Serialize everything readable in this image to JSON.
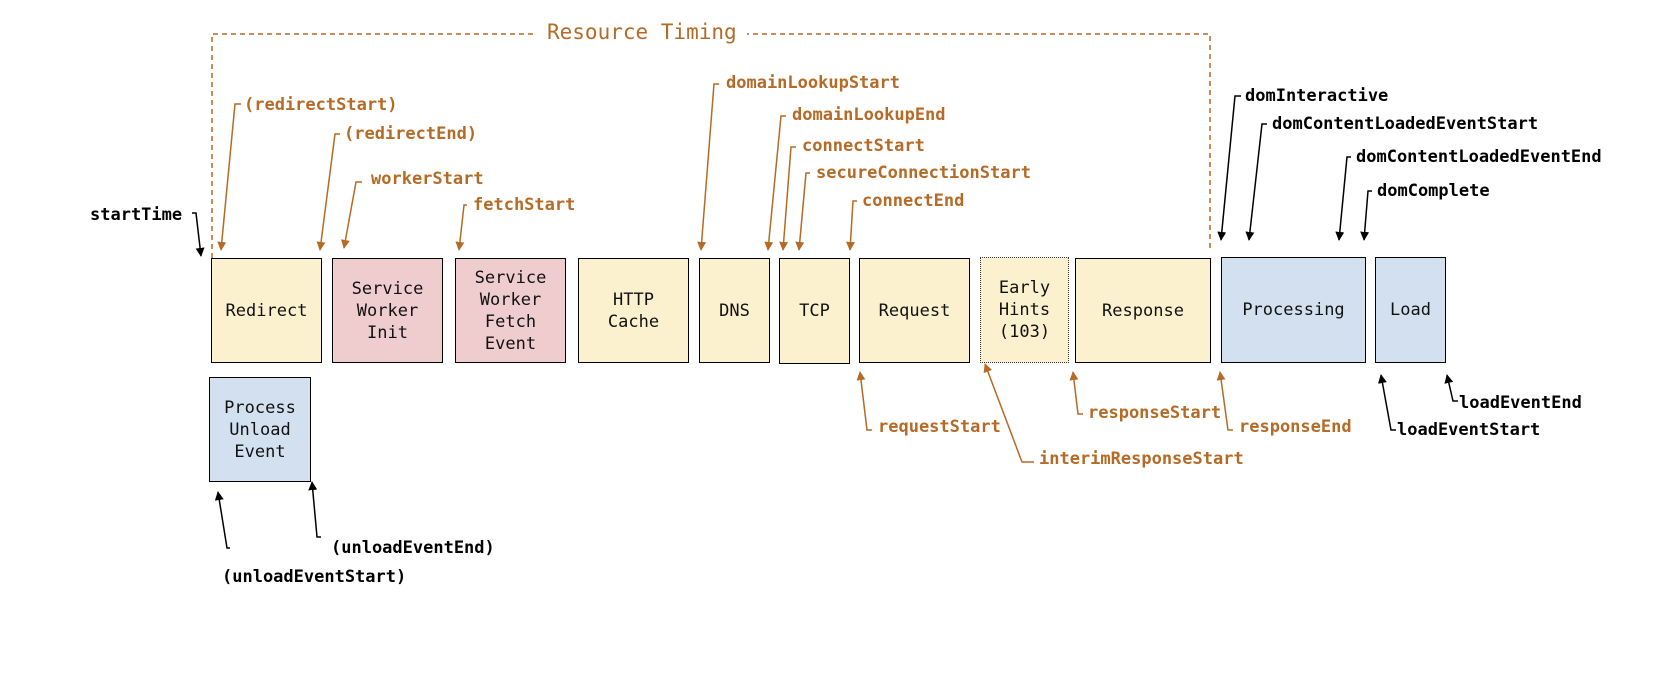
{
  "title": "Resource Timing",
  "colors": {
    "accent_orange": "#b56a25",
    "phase_yellow": "#fcf1ce",
    "phase_pink": "#efcdce",
    "phase_blue": "#d3e0f0"
  },
  "phases": [
    {
      "label": "Redirect"
    },
    {
      "label": "Service\nWorker\nInit"
    },
    {
      "label": "Service\nWorker\nFetch\nEvent"
    },
    {
      "label": "HTTP\nCache"
    },
    {
      "label": "DNS"
    },
    {
      "label": "TCP"
    },
    {
      "label": "Request"
    },
    {
      "label": "Early\nHints\n(103)"
    },
    {
      "label": "Response"
    },
    {
      "label": "Processing"
    },
    {
      "label": "Load"
    },
    {
      "label": "Process\nUnload\nEvent"
    }
  ],
  "markers": {
    "startTime": "startTime",
    "redirectStart": "(redirectStart)",
    "redirectEnd": "(redirectEnd)",
    "workerStart": "workerStart",
    "fetchStart": "fetchStart",
    "domainLookupStart": "domainLookupStart",
    "domainLookupEnd": "domainLookupEnd",
    "connectStart": "connectStart",
    "secureConnectionStart": "secureConnectionStart",
    "connectEnd": "connectEnd",
    "requestStart": "requestStart",
    "interimResponseStart": "interimResponseStart",
    "responseStart": "responseStart",
    "responseEnd": "responseEnd",
    "domInteractive": "domInteractive",
    "domContentLoadedEventStart": "domContentLoadedEventStart",
    "domContentLoadedEventEnd": "domContentLoadedEventEnd",
    "domComplete": "domComplete",
    "loadEventStart": "loadEventStart",
    "loadEventEnd": "loadEventEnd",
    "unloadEventStart": "(unloadEventStart)",
    "unloadEventEnd": "(unloadEventEnd)"
  }
}
